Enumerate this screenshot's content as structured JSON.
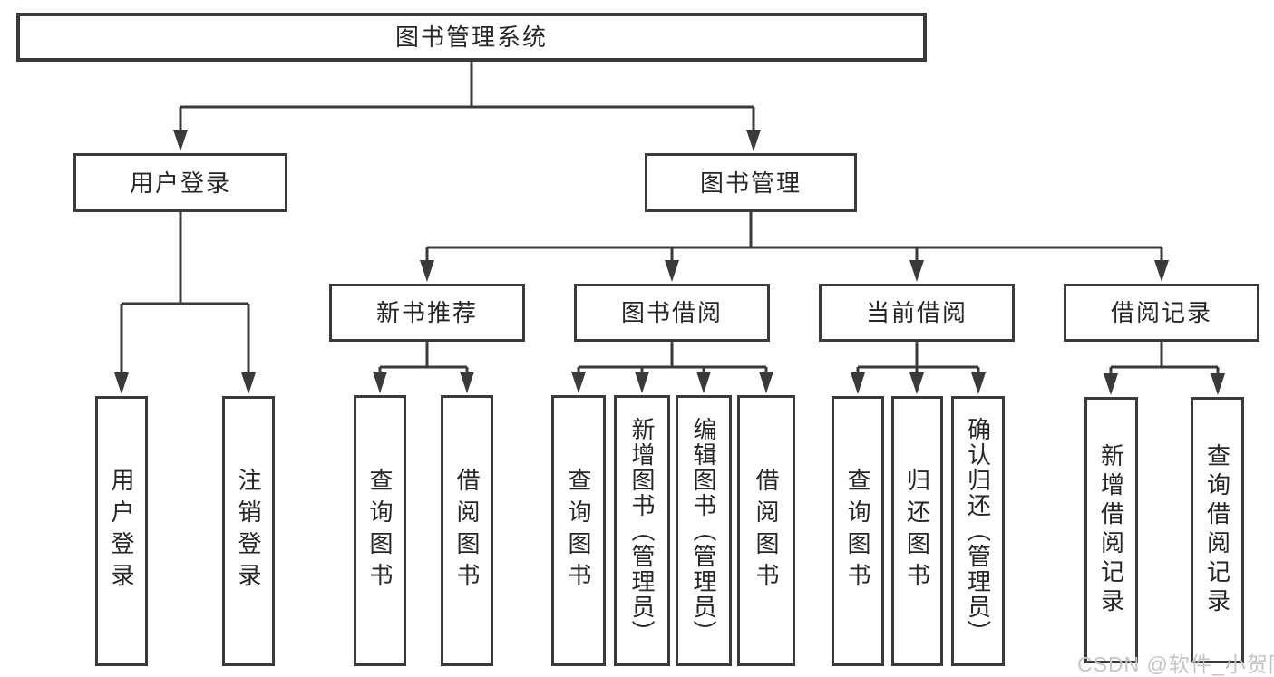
{
  "diagram": {
    "root": {
      "label": "图书管理系统",
      "children": [
        {
          "label": "用户登录",
          "children": [
            {
              "label": "用户登录"
            },
            {
              "label": "注销登录"
            }
          ]
        },
        {
          "label": "图书管理",
          "children": [
            {
              "label": "新书推荐",
              "children": [
                {
                  "label": "查询图书"
                },
                {
                  "label": "借阅图书"
                }
              ]
            },
            {
              "label": "图书借阅",
              "children": [
                {
                  "label": "查询图书"
                },
                {
                  "label": "新增图书（管理员）"
                },
                {
                  "label": "编辑图书（管理员）"
                },
                {
                  "label": "借阅图书"
                }
              ]
            },
            {
              "label": "当前借阅",
              "children": [
                {
                  "label": "查询图书"
                },
                {
                  "label": "归还图书"
                },
                {
                  "label": "确认归还（管理员）"
                }
              ]
            },
            {
              "label": "借阅记录",
              "children": [
                {
                  "label": "新增借阅记录"
                },
                {
                  "label": "查询借阅记录"
                }
              ]
            }
          ]
        }
      ]
    }
  },
  "watermark": {
    "text": "CSDN @软件_小贺同学"
  },
  "colors": {
    "line": "#3a3a3a",
    "box_border": "#3a3a3a",
    "text": "#262626",
    "watermark": "#c7c3c3",
    "background": "#ffffff"
  }
}
